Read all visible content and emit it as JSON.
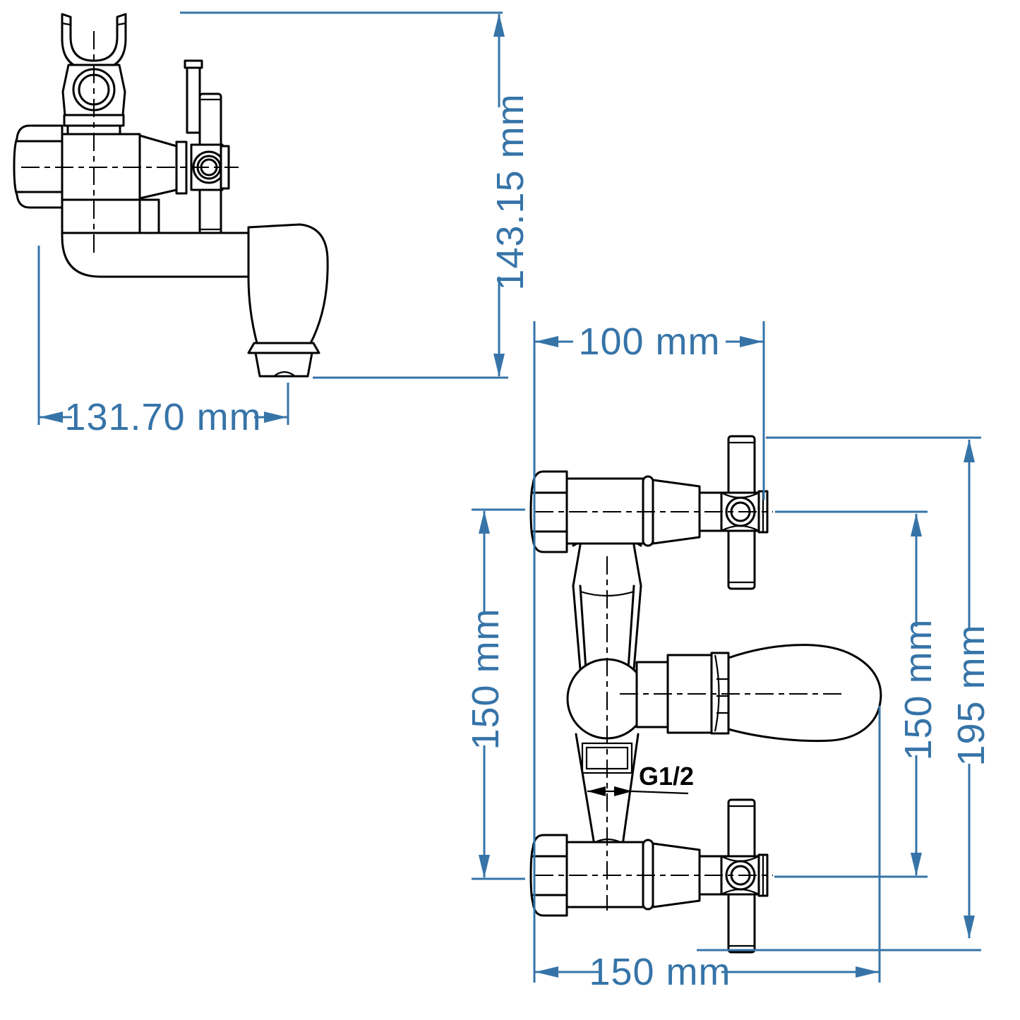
{
  "colors": {
    "dimension": "#3674A8",
    "drawing": "#000000",
    "background": "#ffffff"
  },
  "side_view": {
    "height_dim_label": "143.15 mm",
    "width_dim_label": "131.70 mm"
  },
  "front_view": {
    "top_width_dim_label": "100 mm",
    "left_height_dim_label": "150 mm",
    "right_height_dim_label": "150 mm",
    "overall_height_dim_label": "195 mm",
    "bottom_width_dim_label": "150 mm",
    "thread_label": "G1/2"
  }
}
